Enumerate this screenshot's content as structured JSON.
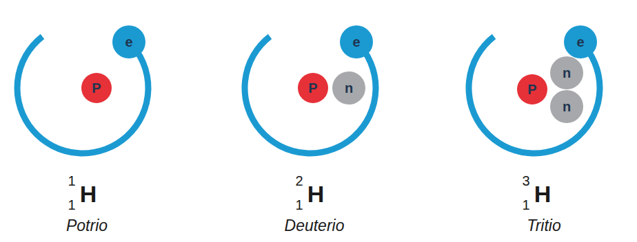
{
  "diagram": {
    "nodes": [
      {
        "text": [
          "e"
        ]
      },
      {
        "text": [
          "P"
        ]
      },
      {
        "text": [
          "e"
        ]
      },
      {
        "text": [
          "P"
        ]
      },
      {
        "text": [
          "n"
        ]
      },
      {
        "text": [
          "e"
        ]
      },
      {
        "text": [
          "P"
        ]
      },
      {
        "text": [
          "n"
        ]
      },
      {
        "text": [
          "n"
        ]
      }
    ],
    "labels": [
      "1",
      "H",
      "1",
      "Potrio",
      "2",
      "H",
      "1",
      "Deuterio",
      "3",
      "H",
      "1",
      "Tritio"
    ]
  }
}
